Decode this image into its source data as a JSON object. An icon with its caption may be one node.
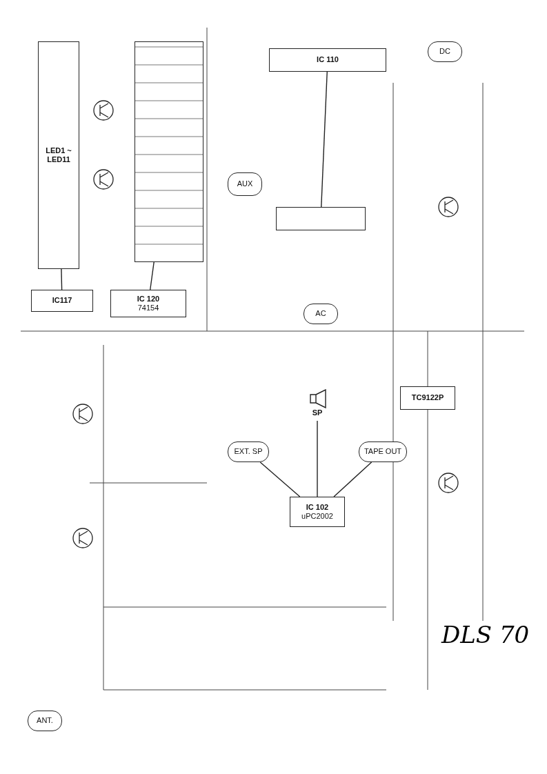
{
  "diagram": {
    "nodes": [
      {
        "text": [
          "LED1 ~ LED11"
        ]
      },
      {
        "text": [
          "IC117"
        ]
      },
      {
        "text": [
          "IC 120",
          "74154"
        ]
      },
      {
        "text": [],
        "shape": "box"
      },
      {
        "text": [
          "IC 110"
        ]
      },
      {
        "text": [],
        "shape": "box"
      },
      {
        "text": [
          "AUX"
        ]
      },
      {
        "text": [
          "IC 102",
          "uPC2002"
        ]
      },
      {
        "text": [
          "TC9122P"
        ]
      },
      {
        "text": [
          "SP"
        ]
      },
      {
        "text": [
          "EXT. SP"
        ]
      },
      {
        "text": [
          "TAPE OUT"
        ]
      },
      {
        "text": [
          "AC"
        ]
      },
      {
        "text": [
          "DC"
        ]
      },
      {
        "text": [
          "ANT."
        ]
      }
    ],
    "edges": [
      {
        "from": 1,
        "to": 0,
        "arrow": "none"
      },
      {
        "from": 2,
        "to": 3,
        "arrow": "none"
      },
      {
        "from": 4,
        "to": 5,
        "arrow": "none"
      },
      {
        "from": 7,
        "to": 9,
        "arrow": "none"
      },
      {
        "from": 7,
        "to": 10,
        "arrow": "none"
      },
      {
        "from": 7,
        "to": 11,
        "arrow": "none"
      }
    ],
    "labels": [
      "DLS 70"
    ]
  }
}
